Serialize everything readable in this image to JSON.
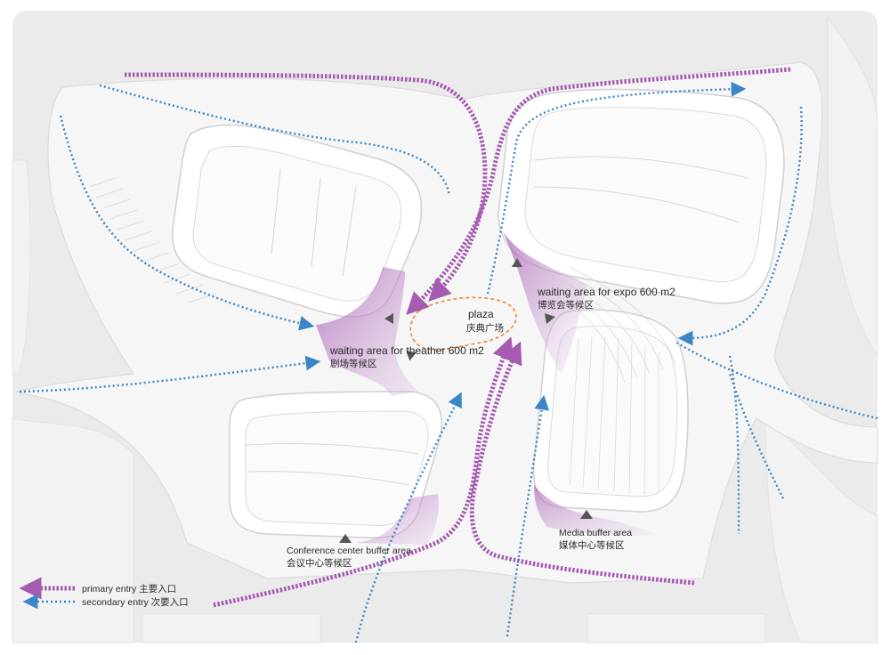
{
  "colors": {
    "background": "#ebebeb",
    "massing_fill": "#ffffff",
    "primary_entry": "#a45bb0",
    "secondary_entry": "#3a86c6",
    "waiting_area": "#b57cc4",
    "plaza_outline": "#e9863a"
  },
  "labels": {
    "theater_en": "waiting area for theather 600 m2",
    "theater_cn": "剧场等候区",
    "expo_en": "waiting area for expo 600 m2",
    "expo_cn": "博览会等候区",
    "plaza_en": "plaza",
    "plaza_cn": "庆典广场",
    "conference_en": "Conference center buffer area",
    "conference_cn": "会议中心等候区",
    "media_en": "Media buffer area",
    "media_cn": "媒体中心等候区"
  },
  "legend": {
    "primary_label": "primary entry  主要入口",
    "secondary_label": "secondary entry  次要入口",
    "primary_icon": "arrow-left-icon",
    "secondary_icon": "arrow-left-icon"
  }
}
